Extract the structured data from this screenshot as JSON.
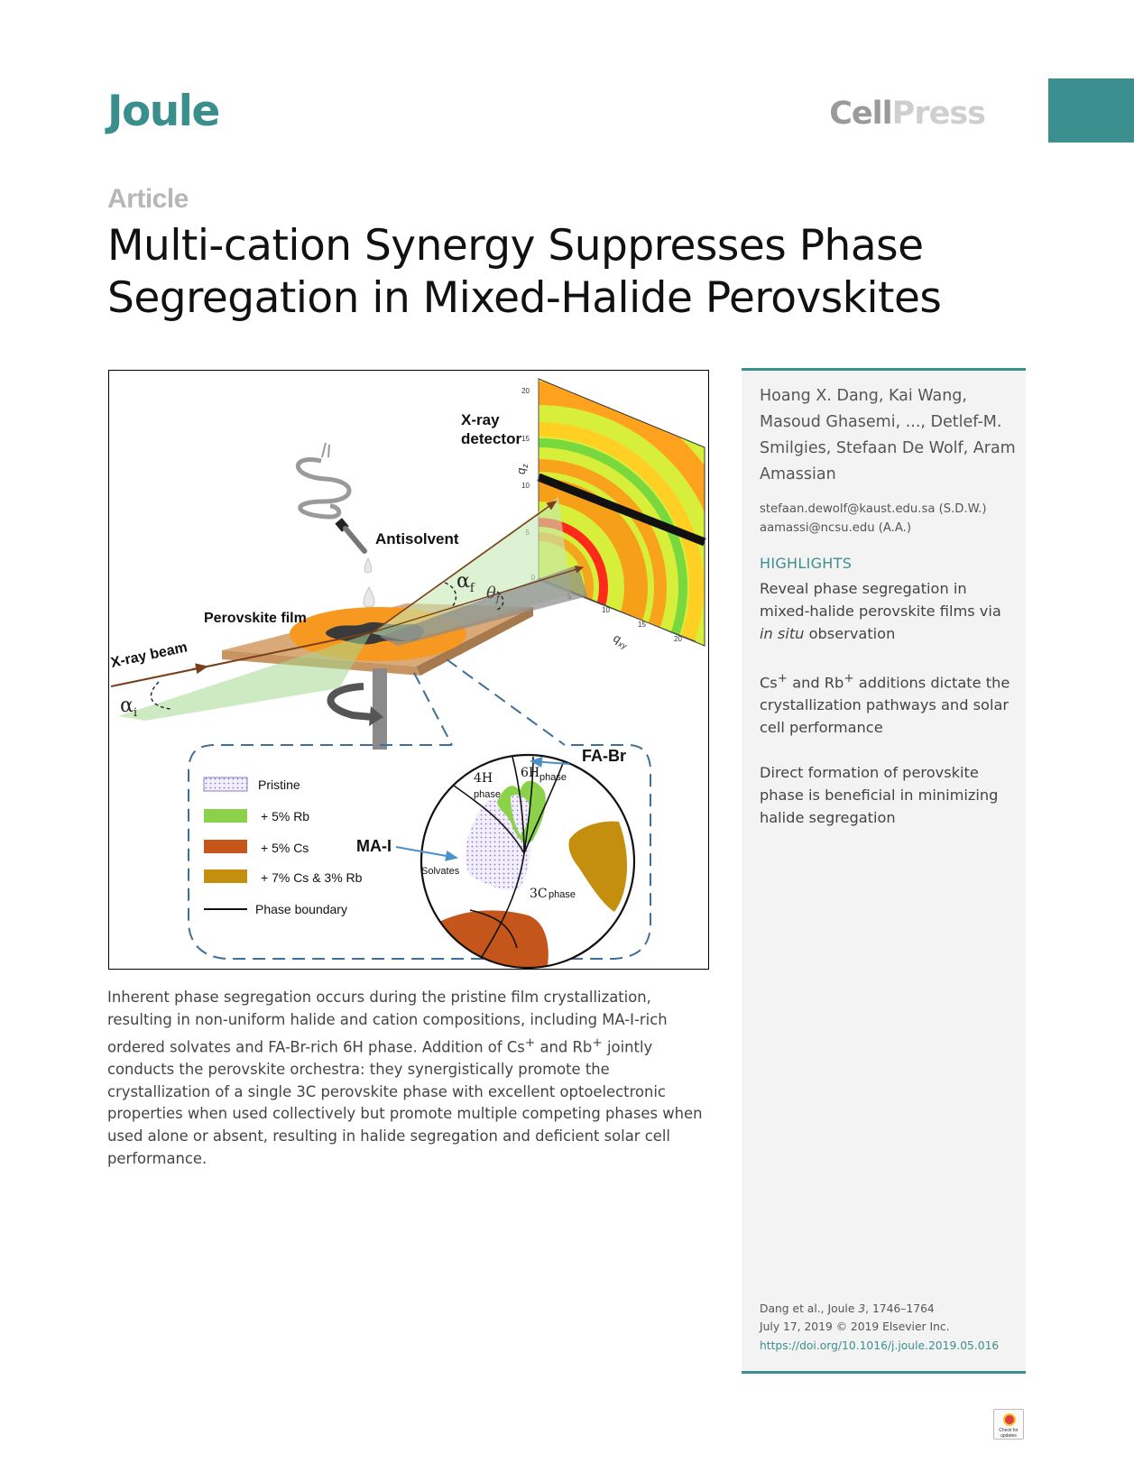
{
  "header": {
    "journal": "Joule",
    "publisher_part1": "Cell",
    "publisher_part2": "Press"
  },
  "article_type": "Article",
  "title_line1": "Multi-cation Synergy Suppresses Phase",
  "title_line2": "Segregation in Mixed-Halide Perovskites",
  "figure": {
    "xray_detector_line1": "X-ray",
    "xray_detector_line2": "detector",
    "antisolvent": "Antisolvent",
    "perovskite_film": "Perovskite film",
    "xray_beam": "X-ray beam",
    "alpha_i": "α",
    "alpha_i_sub": "i",
    "alpha_f": "α",
    "alpha_f_sub": "f",
    "theta_f": "θ",
    "theta_f_sub": "f",
    "qz": "q",
    "qz_sub": "z",
    "qxy": "q",
    "qxy_sub": "xy",
    "qz_ticks": [
      "20",
      "15",
      "10",
      "5",
      "0"
    ],
    "qxy_ticks": [
      "5",
      "10",
      "15",
      "20"
    ],
    "legend": [
      {
        "label": "Pristine",
        "swatch": "pattern"
      },
      {
        "label": "+ 5% Rb",
        "swatch": "#8bd14a"
      },
      {
        "label": "+ 5% Cs",
        "swatch": "#c4561b"
      },
      {
        "label": "+ 7% Cs & 3% Rb",
        "swatch": "#c48f0f"
      },
      {
        "label": "Phase boundary",
        "swatch": "line"
      }
    ],
    "fa_br": "FA-Br",
    "ma_i": "MA-I",
    "phase_4h_a": "4H",
    "phase_4h_b": "phase",
    "phase_6h_a": "6H",
    "phase_6h_b": "phase",
    "solvates": "Solvates",
    "phase_3c_a": "3C",
    "phase_3c_b": "phase"
  },
  "summary_parts": [
    "Inherent phase segregation occurs during the pristine film crystallization, resulting in non-uniform halide and cation compositions, including MA-I-rich ordered solvates and FA-Br-rich 6H phase. Addition of Cs",
    "+",
    " and Rb",
    "+",
    " jointly conducts the perovskite orchestra: they synergistically promote the crystallization of a single 3C perovskite phase with excellent optoelectronic properties when used collectively but promote multiple competing phases when used alone or absent, resulting in halide segregation and deficient solar cell performance."
  ],
  "sidebar": {
    "authors": "Hoang X. Dang, Kai Wang, Masoud Ghasemi, ..., Detlef-M. Smilgies, Stefaan De Wolf, Aram Amassian",
    "email1": "stefaan.dewolf@kaust.edu.sa (S.D.W.)",
    "email2": "aamassi@ncsu.edu (A.A.)",
    "highlights_heading": "HIGHLIGHTS",
    "highlight1_a": "Reveal phase segregation in mixed-halide perovskite films via ",
    "highlight1_b": "in situ",
    "highlight1_c": " observation",
    "highlight2_a": "Cs",
    "highlight2_sup1": "+",
    "highlight2_b": " and Rb",
    "highlight2_sup2": "+",
    "highlight2_c": " additions dictate the crystallization pathways and solar cell performance",
    "highlight3": "Direct formation of perovskite phase is beneficial in minimizing halide segregation",
    "citation1_a": "Dang et al., Joule ",
    "citation1_b": "3",
    "citation1_c": ", 1746–1764",
    "citation2": "July 17, 2019 © 2019 Elsevier Inc.",
    "doi": "https://doi.org/10.1016/j.joule.2019.05.016"
  },
  "check_updates": {
    "line1": "Check for",
    "line2": "updates"
  },
  "colors": {
    "brand_teal": "#3b8f8e",
    "sidebar_bg": "#f3f3f3"
  }
}
